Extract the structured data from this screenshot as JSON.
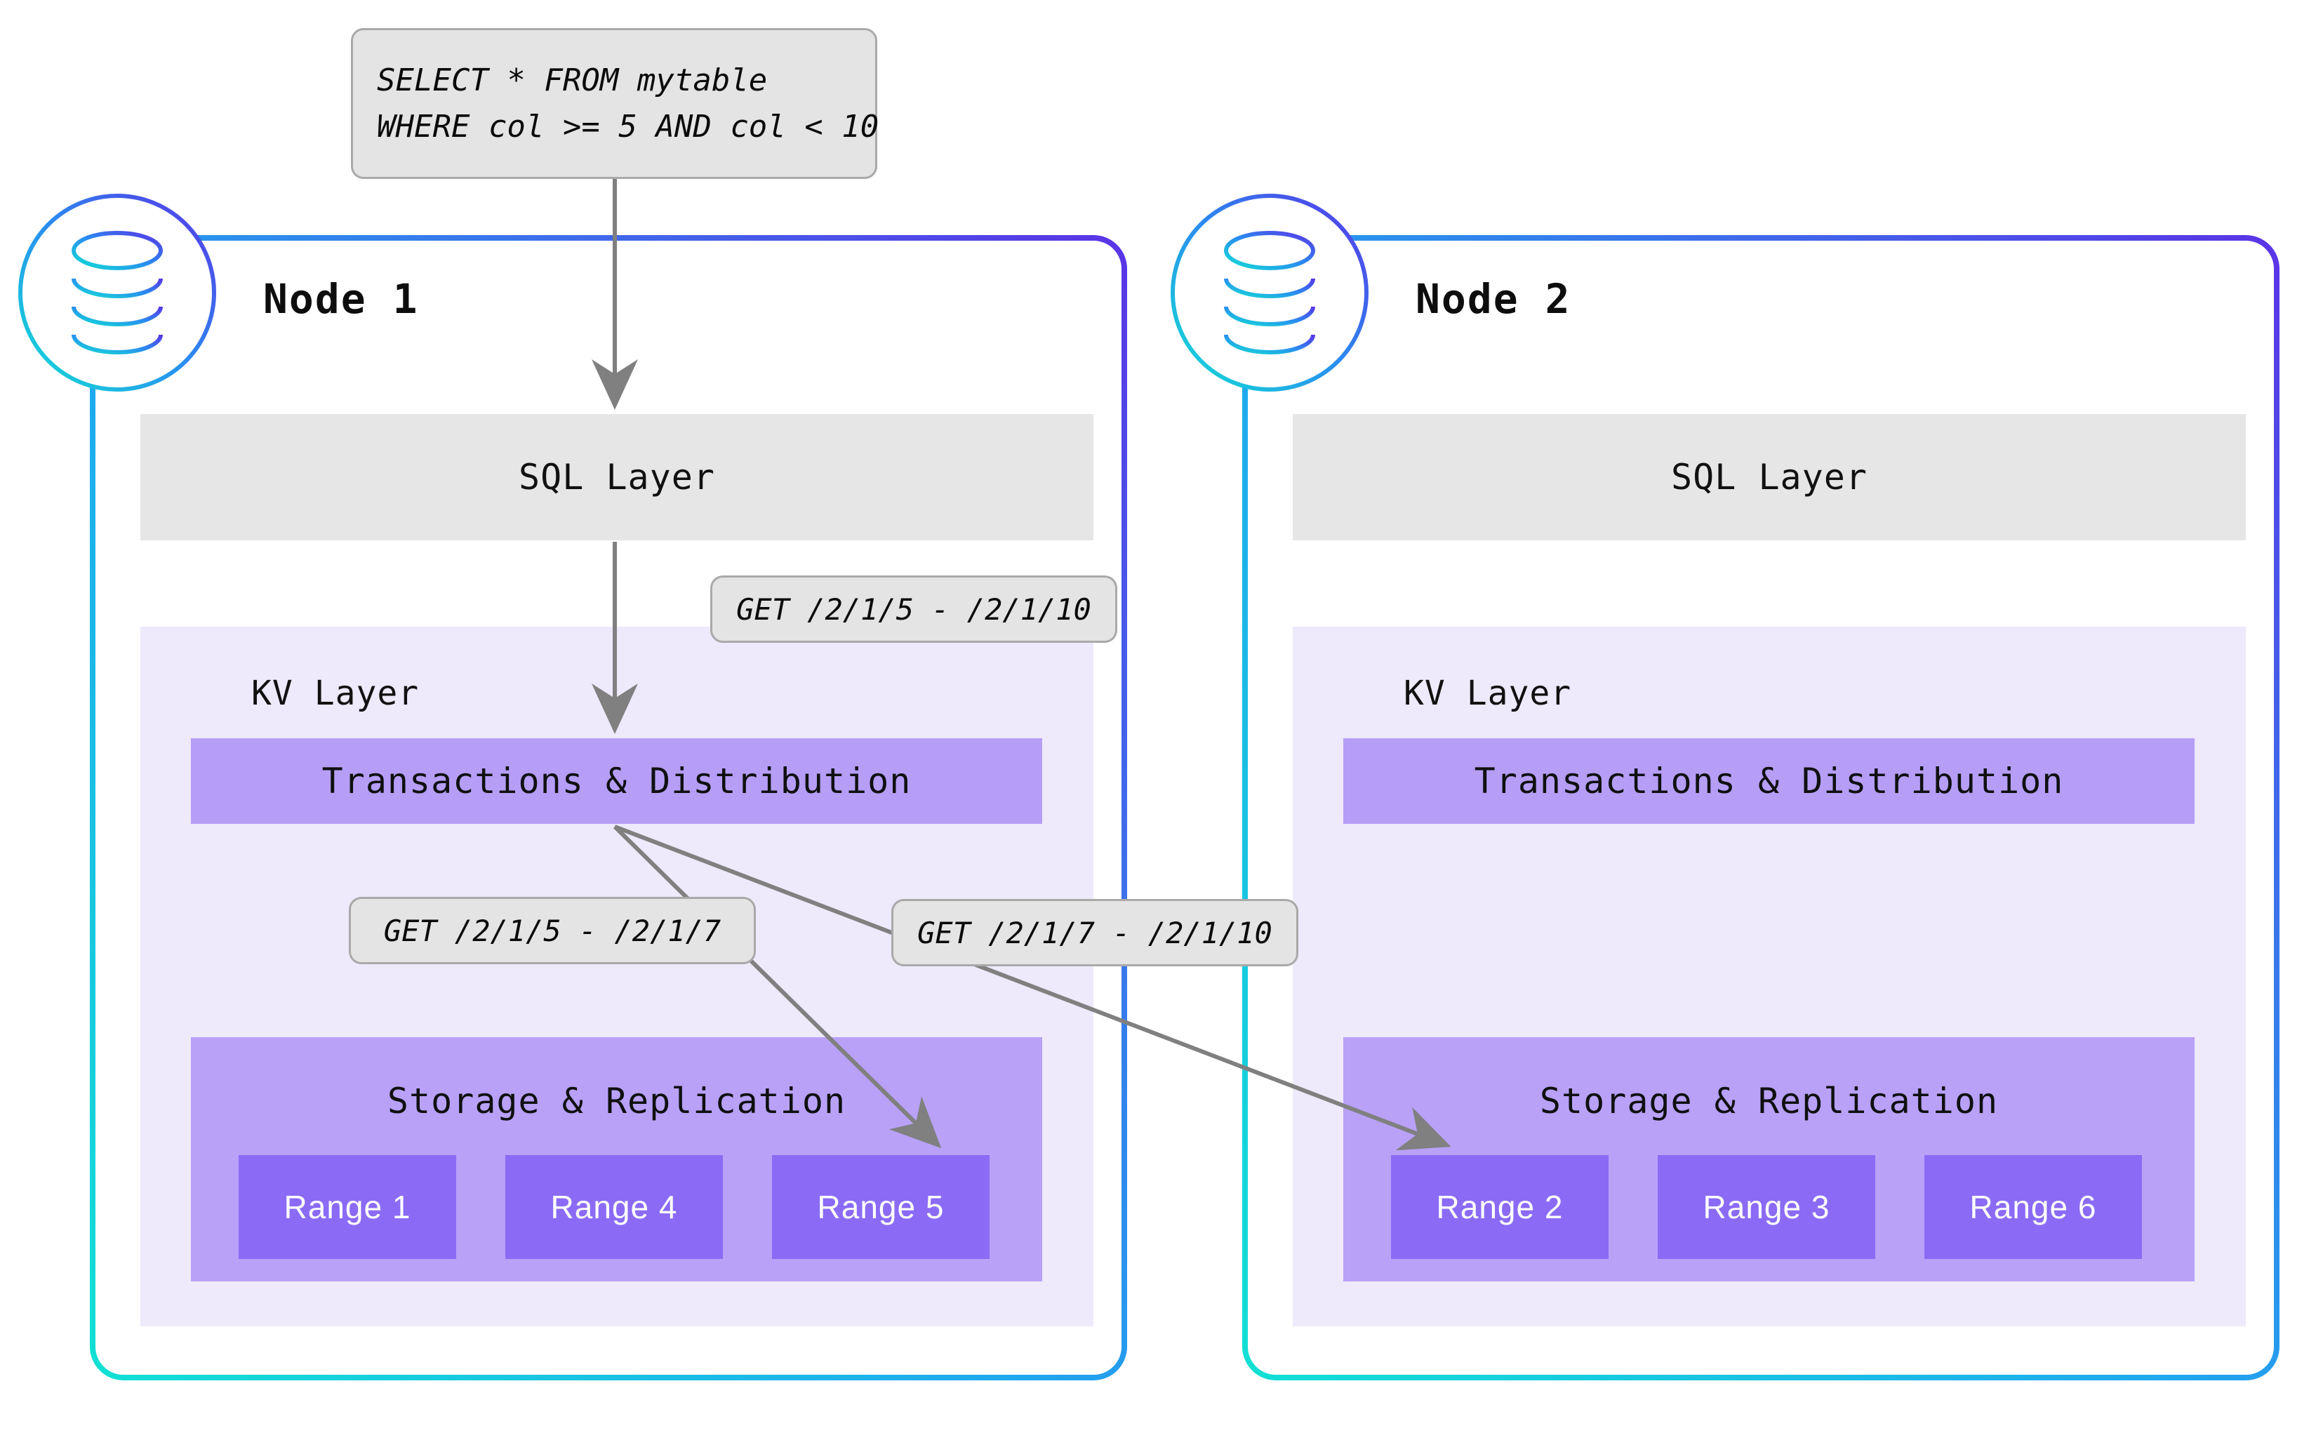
{
  "diagram": {
    "title": "Distributed SQL query routing across nodes",
    "query_bubble": {
      "line1": "SELECT * FROM mytable",
      "line2": "WHERE col >= 5 AND col < 10"
    },
    "kv_request_labels": {
      "full_range": "GET /2/1/5 - /2/1/10",
      "local_range": "GET /2/1/5 - /2/1/7",
      "remote_range": "GET /2/1/7 - /2/1/10"
    },
    "nodes": [
      {
        "id": "node-1",
        "title": "Node 1",
        "sql_layer_label": "SQL Layer",
        "kv_layer_label": "KV Layer",
        "transactions_label": "Transactions & Distribution",
        "storage_label": "Storage & Replication",
        "ranges": [
          "Range 1",
          "Range 4",
          "Range 5"
        ]
      },
      {
        "id": "node-2",
        "title": "Node 2",
        "sql_layer_label": "SQL Layer",
        "kv_layer_label": "KV Layer",
        "transactions_label": "Transactions & Distribution",
        "storage_label": "Storage & Replication",
        "ranges": [
          "Range 2",
          "Range 3",
          "Range 6"
        ]
      }
    ],
    "icons": {
      "database": "database-cylinder-icon"
    },
    "colors": {
      "gradient_start": "#12e0d4",
      "gradient_end": "#5a34e6",
      "sql_layer_bg": "#e6e6e6",
      "kv_layer_bg": "#eee9fb",
      "transactions_bg": "#b69ef7",
      "storage_bg": "#b9a1f8",
      "range_bg": "#8b6bf5",
      "bubble_bg": "#e4e4e4",
      "bubble_border": "#a9a9a9",
      "connector": "#808080",
      "text": "#101010"
    }
  }
}
